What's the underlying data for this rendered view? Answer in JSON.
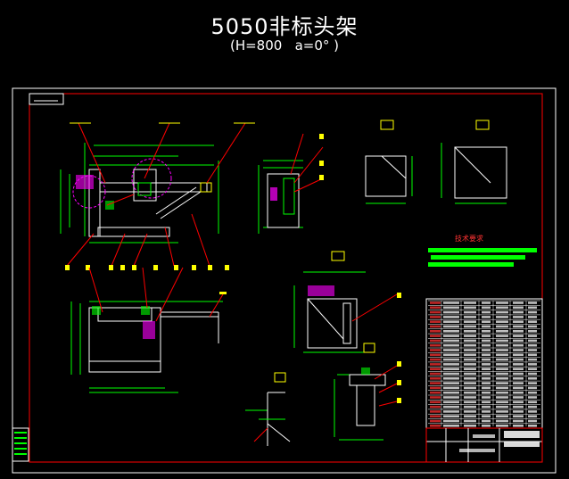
{
  "title": "5050非标头架",
  "subtitle": "(H=800   a=0° )",
  "tech_requirements_label": "技术要求",
  "colors": {
    "background": "#000000",
    "frame": "#ffffff",
    "inner_frame": "#ff0000",
    "geometry": "#ffff00",
    "dimensions": "#00ff00",
    "leaders": "#ff0000",
    "hidden": "#ff00ff",
    "cyan": "#00ffff"
  },
  "icons": {
    "view_marker": "cad-view-marker-icon",
    "balloon": "cad-part-balloon-icon"
  }
}
